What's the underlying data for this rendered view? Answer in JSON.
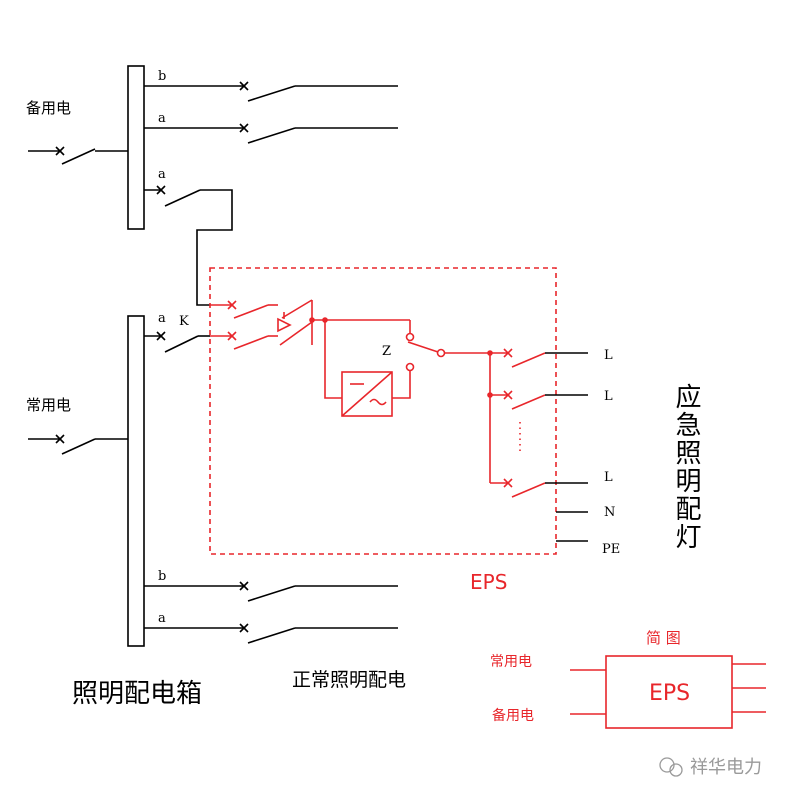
{
  "diagram": {
    "labels": {
      "standby_power": "备用电",
      "normal_power": "常用电",
      "top_b": "b",
      "top_a1": "a",
      "top_a2": "a",
      "mid_a": "a",
      "switch_k": "K",
      "switch_z": "Z",
      "bottom_b": "b",
      "bottom_a": "a",
      "out_l1": "L",
      "out_l2": "L",
      "out_l3": "L",
      "out_n": "N",
      "out_pe": "PE",
      "vertical_title": "应急照明配灯",
      "eps": "EPS",
      "box_label": "照明配电箱",
      "normal_lighting": "正常照明配电",
      "simple_title": "简 图",
      "simple_normal": "常用电",
      "simple_standby": "备用电",
      "simple_eps": "EPS",
      "watermark": "祥华电力"
    },
    "colors": {
      "red": "#e8262b",
      "black": "#000000",
      "watermark": "#9a9a9a"
    }
  }
}
